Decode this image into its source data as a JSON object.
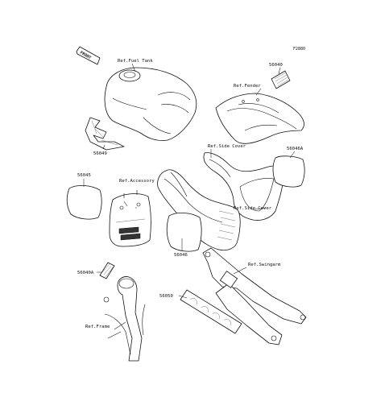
{
  "diagram": {
    "figure_code": "F2880",
    "front_marker": "FRONT",
    "callouts": {
      "fuel_tank": "Ref.Fuel Tank",
      "fender": "Ref.Fender",
      "side_cover_top": "Ref.Side Cover",
      "side_cover_bottom": "Ref.Side Cover",
      "accessory": "Ref.Accessory",
      "swingarm": "Ref.Swingarm",
      "frame": "Ref.Frame"
    },
    "part_numbers": {
      "p56040": "56040",
      "p56049": "56049",
      "p56046A": "56046A",
      "p56045": "56045",
      "p56046": "56046",
      "p56040A": "56040A",
      "p56050": "56050"
    }
  }
}
